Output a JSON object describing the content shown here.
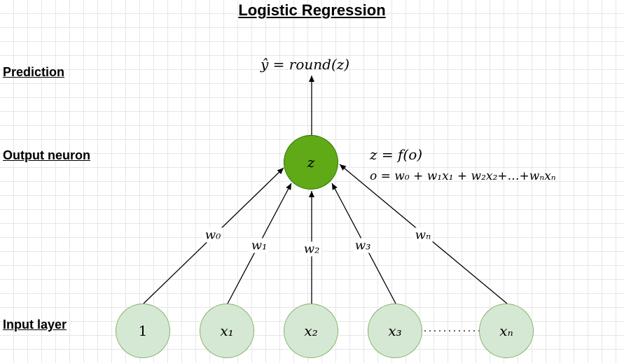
{
  "title": "Logistic Regression",
  "labels": {
    "prediction": "Prediction",
    "output_neuron": "Output neuron",
    "input_layer": "Input layer"
  },
  "equations": {
    "prediction": "ŷ = round(z)",
    "activation": "z = f(o)",
    "weighted_sum": "o = w₀ + w₁x₁ + w₂x₂+…+wₙxₙ"
  },
  "output_node": {
    "label": "z"
  },
  "input_nodes": [
    {
      "label": "1"
    },
    {
      "label": "x₁"
    },
    {
      "label": "x₂"
    },
    {
      "label": "x₃"
    },
    {
      "label": "xₙ"
    }
  ],
  "weights": [
    "w₀",
    "w₁",
    "w₂",
    "w₃",
    "wₙ"
  ],
  "ellipsis": "...........",
  "colors": {
    "output_fill": "#60a917",
    "output_stroke": "#2d7600",
    "input_fill": "#d5e8d4",
    "input_stroke": "#82b366"
  }
}
